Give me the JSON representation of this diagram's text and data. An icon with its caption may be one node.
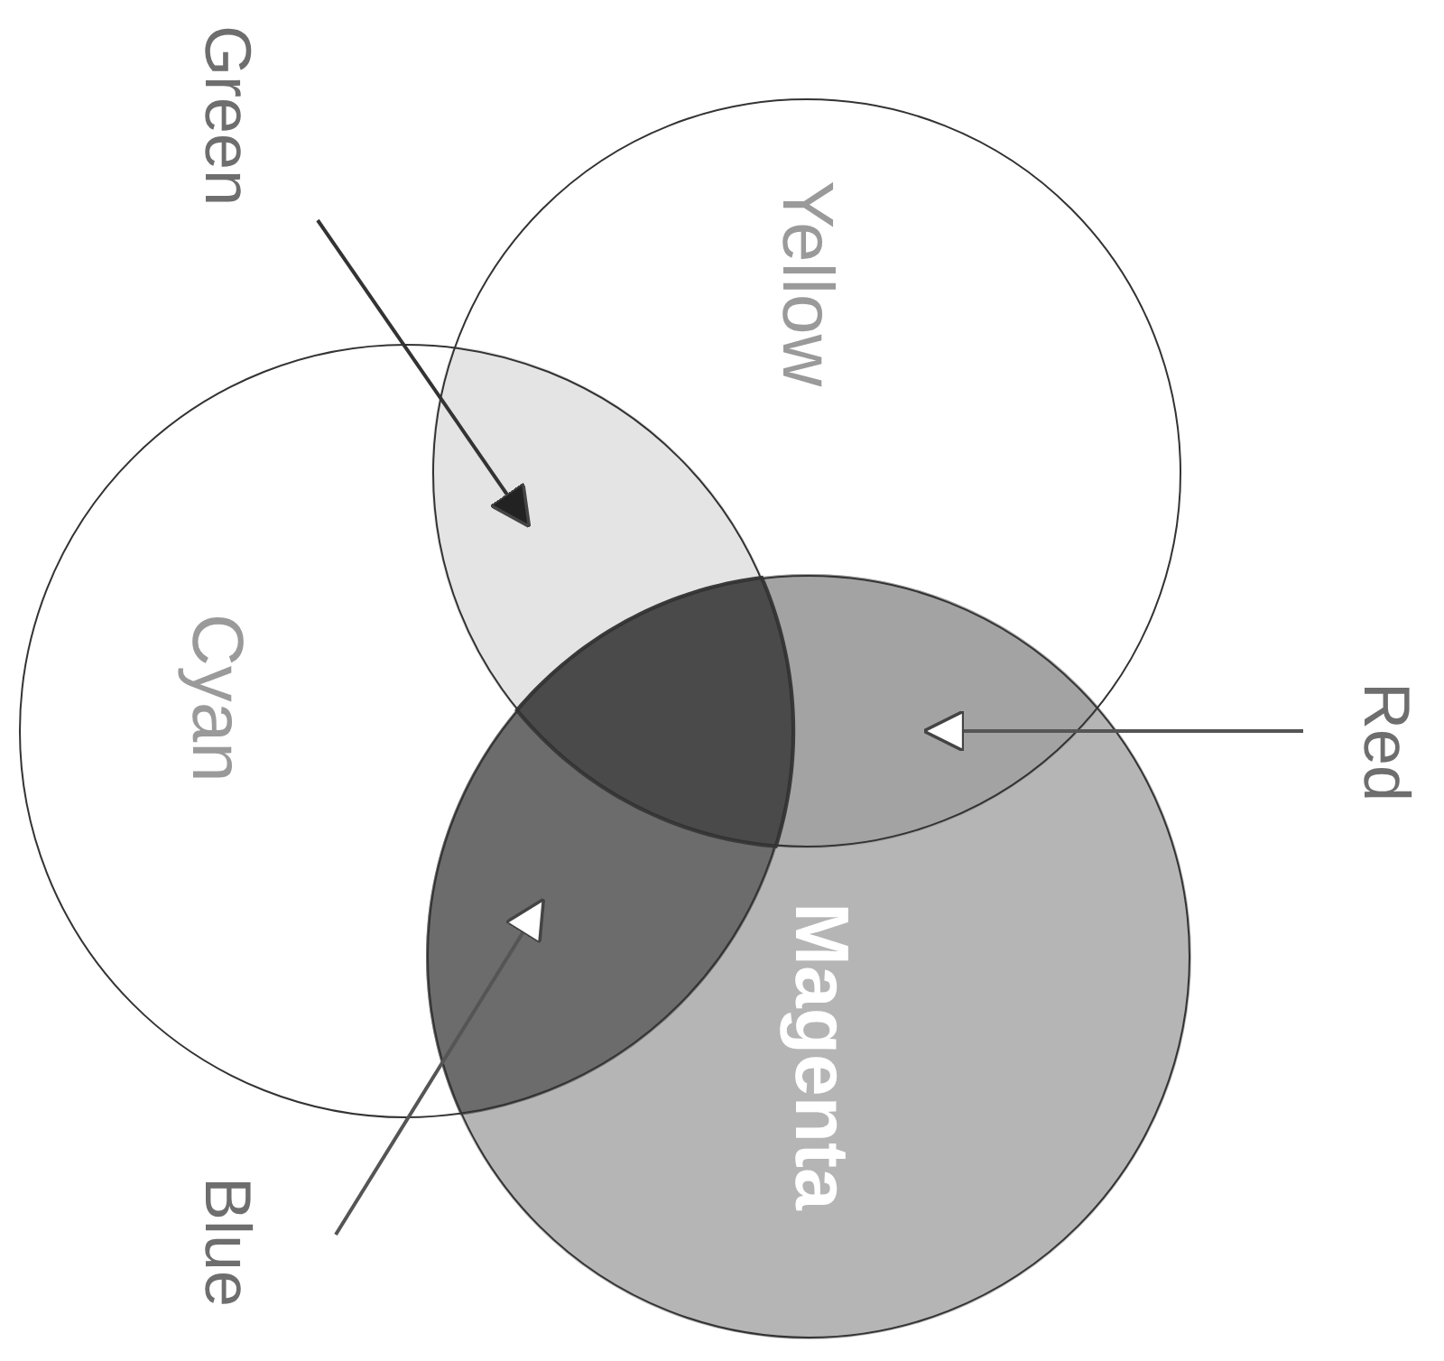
{
  "diagram": {
    "nodes": [
      {
        "text": [
          "Green"
        ]
      },
      {
        "text": [
          "Yellow"
        ]
      },
      {
        "text": [
          "Cyan"
        ]
      },
      {
        "text": [
          "Red"
        ]
      },
      {
        "text": [
          "Magenta"
        ]
      },
      {
        "text": [
          "Blue"
        ]
      },
      {
        "text": [],
        "shape": "lens"
      },
      {
        "text": [],
        "shape": "lens"
      },
      {
        "text": [],
        "shape": "lens"
      },
      {
        "text": [],
        "shape": "triangle"
      }
    ],
    "edges": [
      {
        "from": 0,
        "to": 6,
        "arrow": "to"
      },
      {
        "from": 3,
        "to": 7,
        "arrow": "to"
      },
      {
        "from": 5,
        "to": 8,
        "arrow": "to"
      }
    ]
  }
}
